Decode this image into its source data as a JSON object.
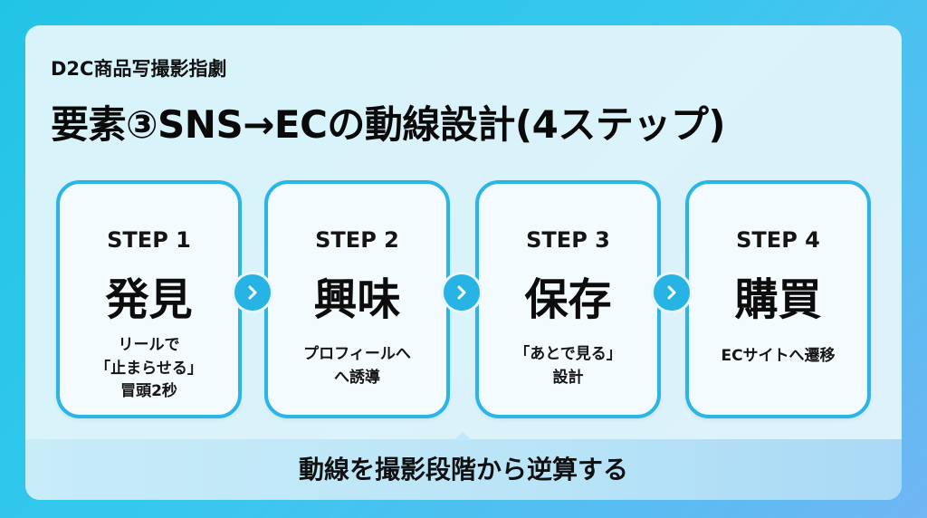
{
  "header": {
    "subtitle": "D2C商品写撮影指劇",
    "title": "要素③SNS→ECの動線設計(4ステップ)"
  },
  "steps": [
    {
      "label": "STEP 1",
      "name": "発見",
      "desc": "リールで\n「止まらせる」\n冒頭2秒"
    },
    {
      "label": "STEP 2",
      "name": "興味",
      "desc": "プロフィールへ\nへ誘導"
    },
    {
      "label": "STEP 3",
      "name": "保存",
      "desc": "「あとで見る」\n設計"
    },
    {
      "label": "STEP 4",
      "name": "購買",
      "desc": "ECサイトへ遷移"
    }
  ],
  "footer": {
    "text": "動線を撮影段階から逆算する"
  },
  "colors": {
    "accent": "#2bb5e6",
    "arrow": "#27b3e3"
  },
  "icons": {
    "arrow": "chevron-right-icon"
  }
}
